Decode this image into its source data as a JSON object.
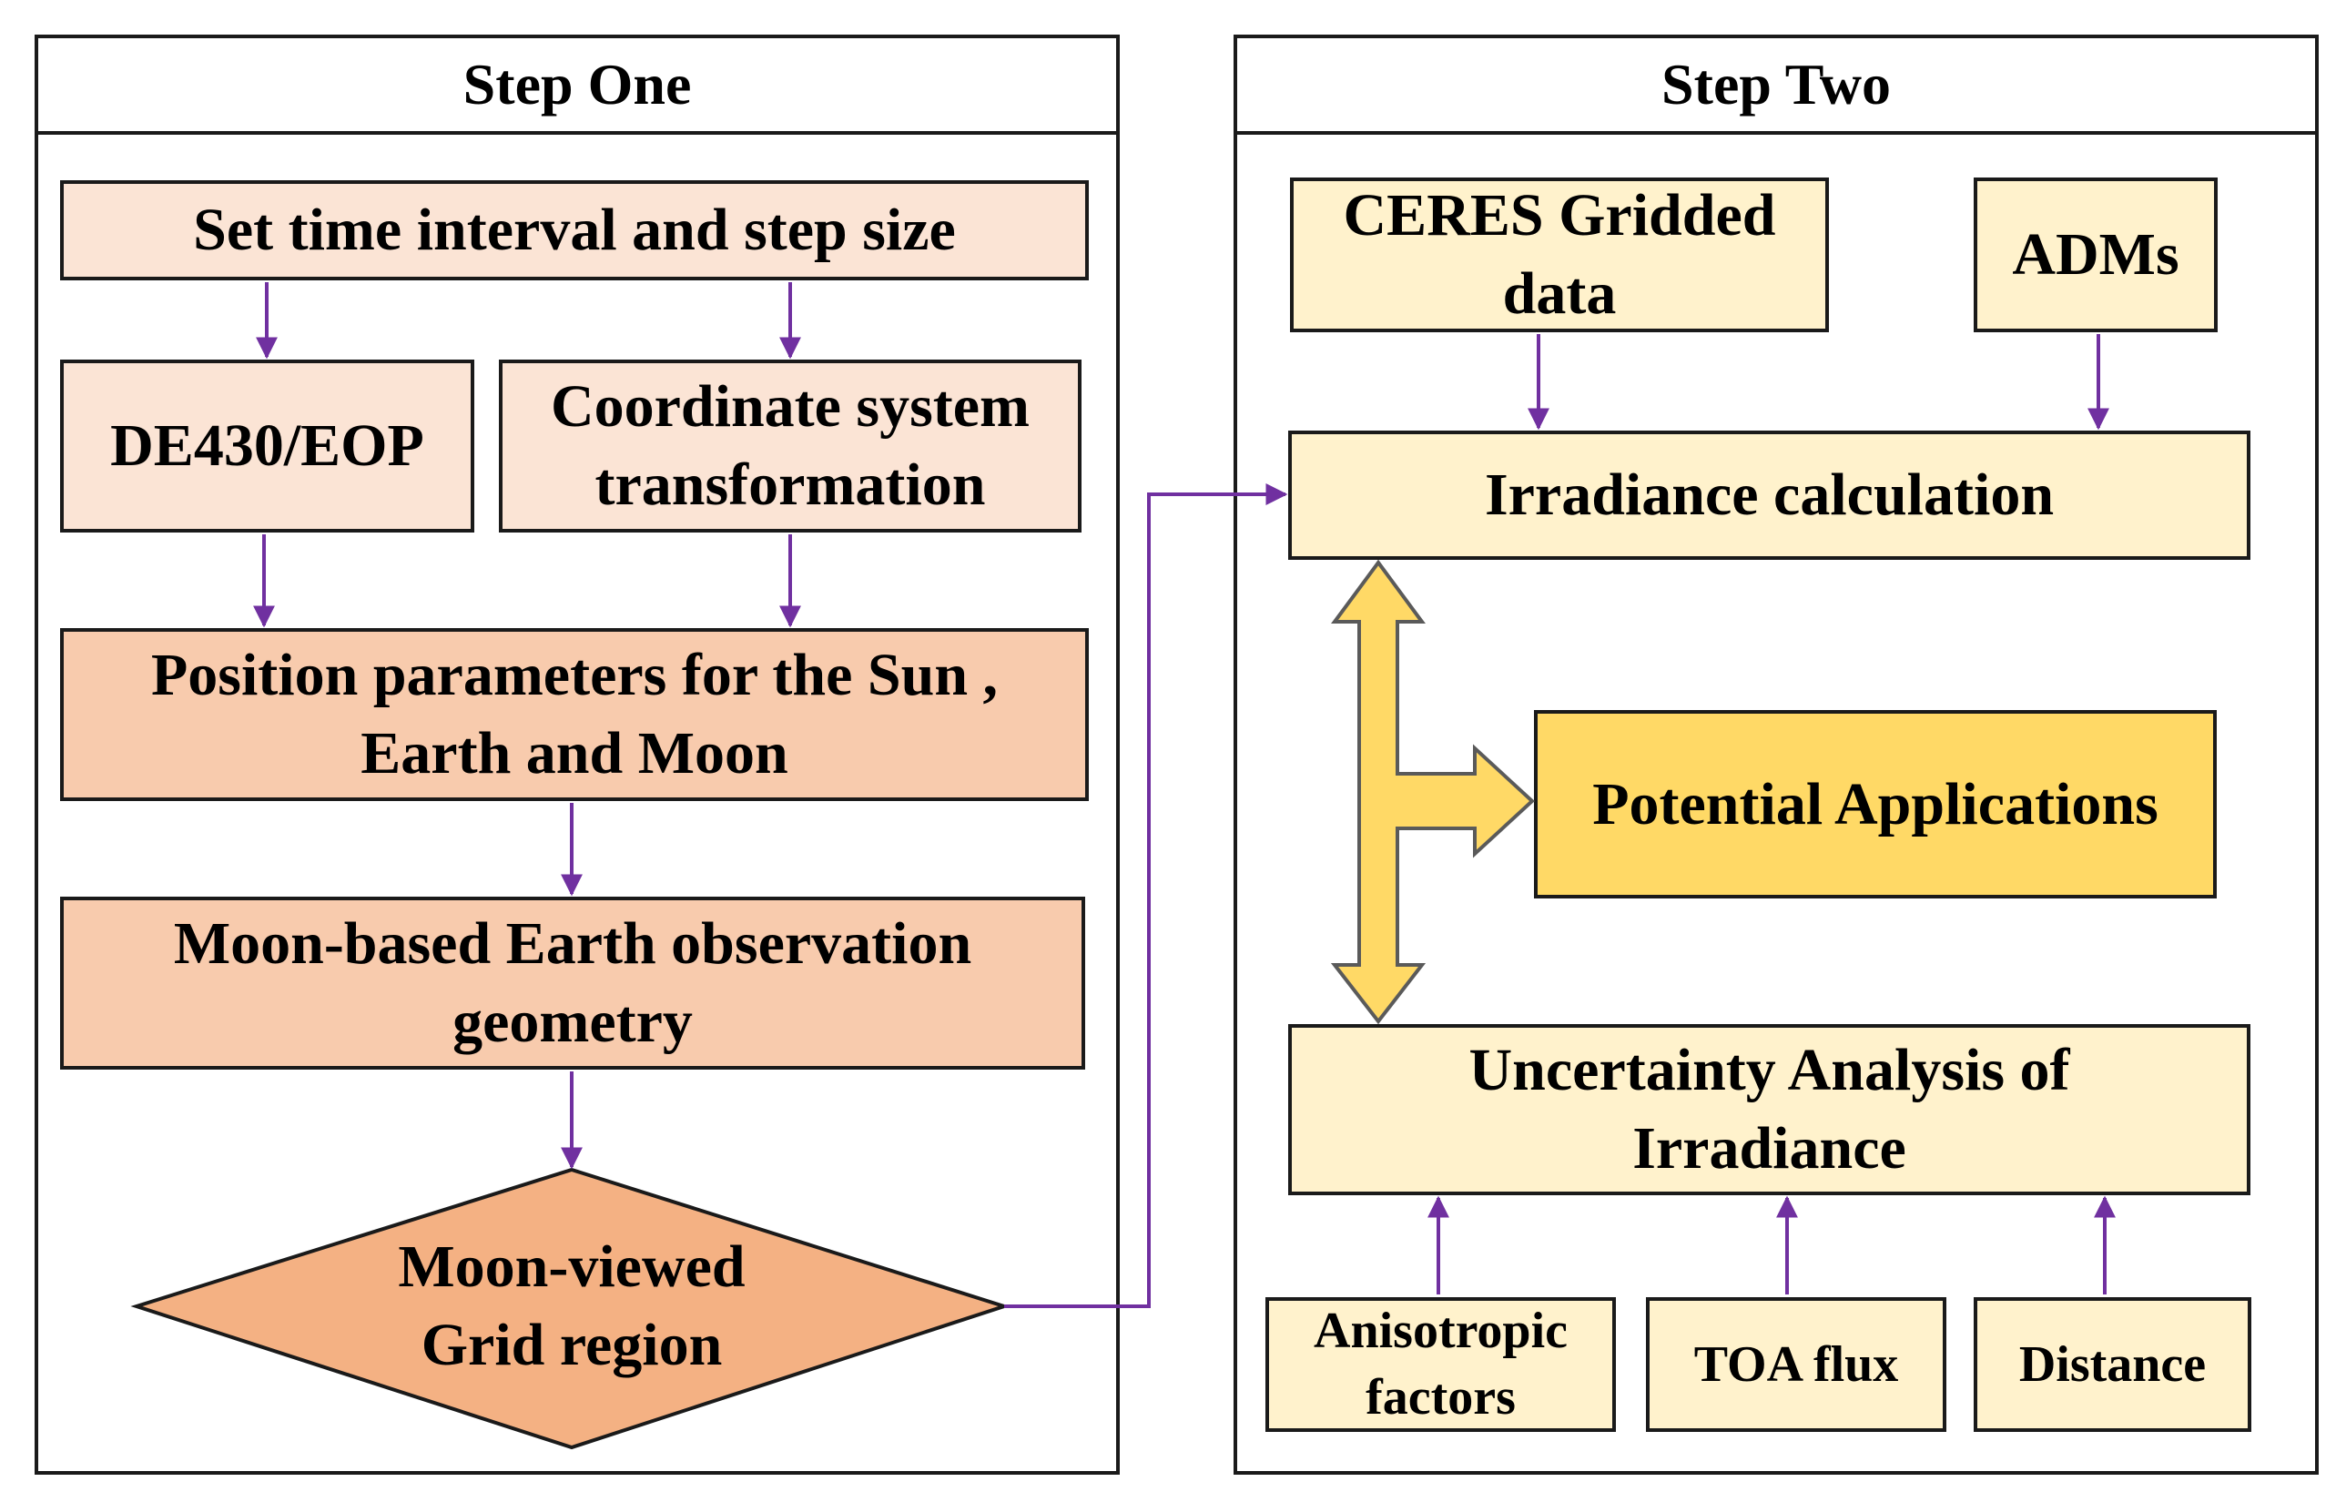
{
  "step_one": {
    "title": "Step One",
    "time_box": "Set time interval and step size",
    "de430_box": "DE430/EOP",
    "coord_box": [
      "Coordinate system",
      "transformation"
    ],
    "position_box": [
      "Position parameters for the Sun ,",
      "Earth and Moon"
    ],
    "geometry_box": [
      "Moon-based Earth observation",
      "geometry"
    ],
    "grid_diamond": [
      "Moon-viewed",
      "Grid region"
    ]
  },
  "step_two": {
    "title": "Step Two",
    "ceres_box": [
      "CERES Gridded",
      "data"
    ],
    "adms_box": "ADMs",
    "irradiance_box": "Irradiance calculation",
    "applications_box": "Potential Applications",
    "uncertainty_box": [
      "Uncertainty Analysis of",
      "Irradiance"
    ],
    "anisotropic_box": [
      "Anisotropic",
      "factors"
    ],
    "toa_box": "TOA flux",
    "distance_box": "Distance"
  },
  "colors": {
    "arrow": "#7030a0",
    "light_fill": "#fbe4d5",
    "mid_fill": "#f8cbad",
    "diamond_fill": "#f4b183",
    "cream_fill": "#fff2cc",
    "gold_fill": "#ffd966"
  }
}
